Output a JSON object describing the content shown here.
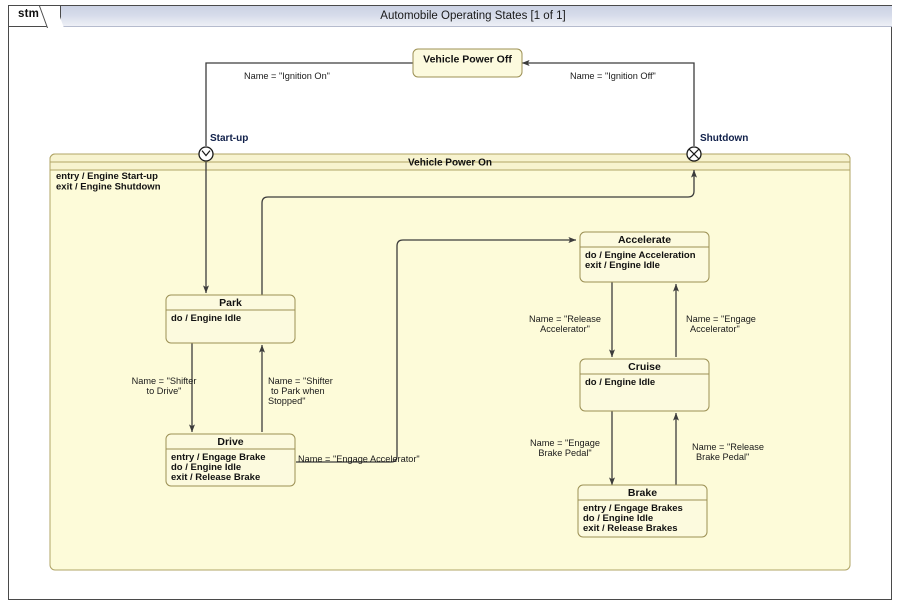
{
  "frame": {
    "tab_label": "stm",
    "title": "Automobile Operating States [1 of 1]"
  },
  "diagram": {
    "type": "uml-state-machine",
    "states": {
      "power_off": {
        "name": "Vehicle Power Off",
        "compartments": []
      },
      "power_on": {
        "name": "Vehicle Power On",
        "compartments": [
          "entry / Engine Start-up",
          "exit / Engine Shutdown"
        ]
      },
      "park": {
        "name": "Park",
        "compartments": [
          "do / Engine Idle"
        ]
      },
      "drive": {
        "name": "Drive",
        "compartments": [
          "entry / Engage Brake",
          "do / Engine Idle",
          "exit / Release Brake"
        ]
      },
      "accelerate": {
        "name": "Accelerate",
        "compartments": [
          "do / Engine Acceleration",
          "exit / Engine Idle"
        ]
      },
      "cruise": {
        "name": "Cruise",
        "compartments": [
          "do / Engine Idle"
        ]
      },
      "brake": {
        "name": "Brake",
        "compartments": [
          "entry / Engage Brakes",
          "do / Engine Idle",
          "exit / Release Brakes"
        ]
      }
    },
    "pseudostates": {
      "start_up": {
        "label": "Start-up",
        "kind": "entry-point"
      },
      "shutdown": {
        "label": "Shutdown",
        "kind": "exit-point"
      }
    },
    "transitions": [
      {
        "id": "ignition_on",
        "label": "Name = \"Ignition On\"",
        "from": "power_off",
        "to": "start_up"
      },
      {
        "id": "ignition_off",
        "label": "Name = \"Ignition Off\"",
        "from": "shutdown",
        "to": "power_off"
      },
      {
        "id": "shifter_to_drive",
        "label_line1": "Name = \"Shifter",
        "label_line2": "to Drive\"",
        "from": "park",
        "to": "drive"
      },
      {
        "id": "shifter_to_park",
        "label_line1": "Name = \"Shifter",
        "label_line2": "to Park when",
        "label_line3": "Stopped\"",
        "from": "drive",
        "to": "park"
      },
      {
        "id": "engage_accel_drive",
        "label": "Name = \"Engage Accelerator\"",
        "from": "drive",
        "to": "accelerate"
      },
      {
        "id": "release_accel",
        "label_line1": "Name = \"Release",
        "label_line2": "Accelerator\"",
        "from": "accelerate",
        "to": "cruise"
      },
      {
        "id": "engage_accel_cruise",
        "label_line1": "Name = \"Engage",
        "label_line2": "Accelerator\"",
        "from": "cruise",
        "to": "accelerate"
      },
      {
        "id": "engage_brake_pedal",
        "label_line1": "Name = \"Engage",
        "label_line2": "Brake Pedal\"",
        "from": "cruise",
        "to": "brake"
      },
      {
        "id": "release_brake_pedal",
        "label_line1": "Name = \"Release",
        "label_line2": "Brake Pedal\"",
        "from": "brake",
        "to": "cruise"
      }
    ],
    "colors": {
      "state_fill": "#fcfade",
      "state_stroke": "#9c9054",
      "composite_fill": "#fdfbd9",
      "edge": "#3c3c3c",
      "pseudostate_label": "#10204a",
      "title_bar": "#d6dbea"
    }
  }
}
